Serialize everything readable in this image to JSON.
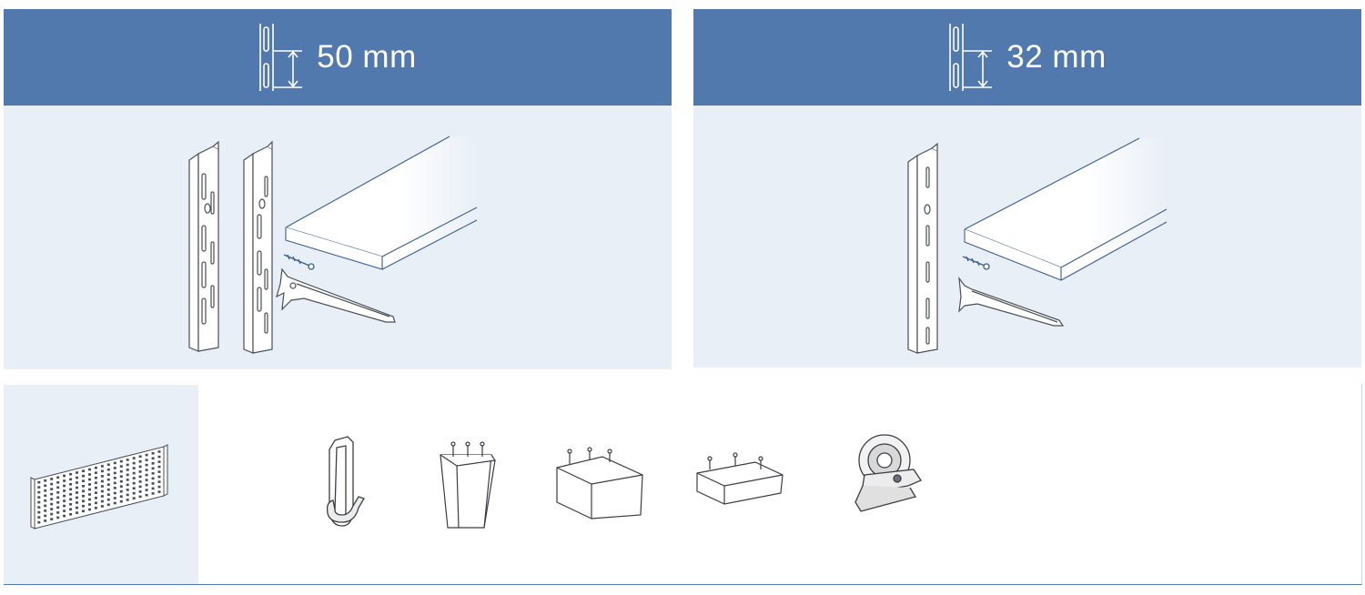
{
  "panels": [
    {
      "spacing_label": "50 mm",
      "icon": "slot-spacing-icon",
      "illustration": "twin-slot-upright-with-bracket-and-shelf"
    },
    {
      "spacing_label": "32 mm",
      "icon": "slot-spacing-icon",
      "illustration": "single-slot-upright-with-bracket-and-shelf"
    }
  ],
  "accessories": [
    {
      "icon": "pegboard-panel-icon"
    },
    {
      "icon": "hook-icon"
    },
    {
      "icon": "tall-bin-icon"
    },
    {
      "icon": "box-basket-icon"
    },
    {
      "icon": "shallow-tray-icon"
    },
    {
      "icon": "tape-holder-clip-icon"
    }
  ],
  "colors": {
    "header_blue": "#5279ad",
    "panel_bg": "#e9eff7",
    "line": "#4a4e57",
    "shelf_line": "#3a5d92"
  }
}
